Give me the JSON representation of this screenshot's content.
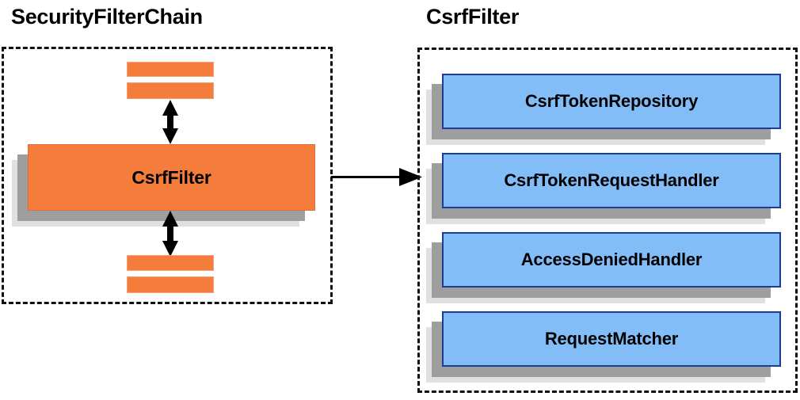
{
  "diagram": {
    "title_left": "SecurityFilterChain",
    "title_right": "CsrfFilter",
    "colors": {
      "orange_fill": "#f47d3c",
      "orange_border": "#e8693a",
      "blue_fill": "#83bdf7",
      "blue_border": "#1c3c96",
      "shadow_dark": "#9e9e9e",
      "shadow_light": "#e0e0e0",
      "outline_dashed": "#111111",
      "text": "#000000"
    }
  },
  "left_panel": {
    "title": "SecurityFilterChain",
    "highlighted_filter": "CsrfFilter",
    "filters_above_count": 2,
    "filters_below_count": 2,
    "arrow_above": "double-headed-vertical-arrow",
    "arrow_below": "double-headed-vertical-arrow"
  },
  "right_panel": {
    "title": "CsrfFilter",
    "components": [
      {
        "label": "CsrfTokenRepository"
      },
      {
        "label": "CsrfTokenRequestHandler"
      },
      {
        "label": "AccessDeniedHandler"
      },
      {
        "label": "RequestMatcher"
      }
    ]
  },
  "connector": {
    "name": "expansion-arrow",
    "from": "SecurityFilterChain.CsrfFilter",
    "to": "CsrfFilter detail panel"
  }
}
